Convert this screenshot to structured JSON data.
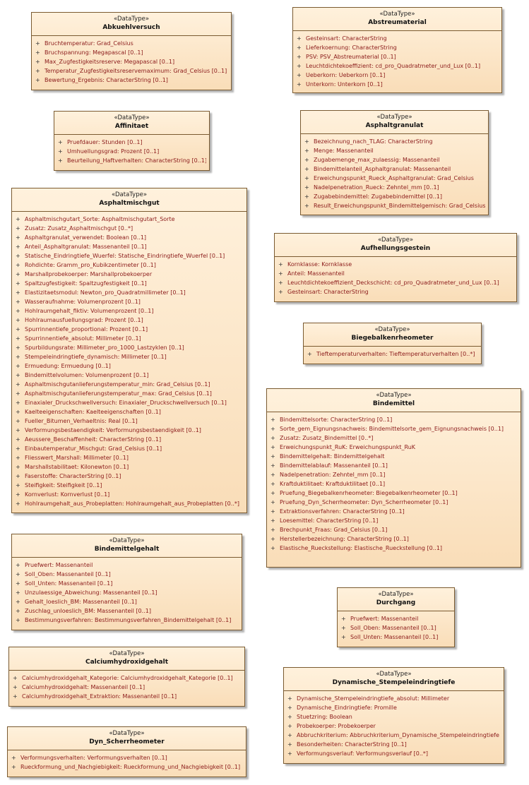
{
  "classes": [
    {
      "stereotype": "«DataType»",
      "name": "Abkuehlversuch",
      "attributes": [
        "Bruchtemperatur: Grad_Celsius",
        "Bruchspannung: Megapascal [0..1]",
        "Max_Zugfestigkeitsreserve: Megapascal [0..1]",
        "Temperatur_Zugfestigkeitsreservemaximum: Grad_Celsius [0..1]",
        "Bewertung_Ergebnis: CharacterString [0..1]"
      ]
    },
    {
      "stereotype": "«DataType»",
      "name": "Abstreumaterial",
      "attributes": [
        "Gesteinsart: CharacterString",
        "Lieferkoernung: CharacterString",
        "PSV: PSV_Abstreumaterial [0..1]",
        "Leuchtdichtekoeffizient: cd_pro_Quadratmeter_und_Lux [0..1]",
        "Ueberkorn: Ueberkorn [0..1]",
        "Unterkorn: Unterkorn [0..1]"
      ]
    },
    {
      "stereotype": "«DataType»",
      "name": "Affinitaet",
      "attributes": [
        "Pruefdauer: Stunden [0..1]",
        "Umhuellungsgrad: Prozent [0..1]",
        "Beurteilung_Haftverhalten: CharacterString [0..1]"
      ]
    },
    {
      "stereotype": "«DataType»",
      "name": "Asphaltgranulat",
      "attributes": [
        "Bezeichnung_nach_TLAG: CharacterString",
        "Menge: Massenanteil",
        "Zugabemenge_max_zulaessig: Massenanteil",
        "Bindemittelanteil_Asphaltgranulat: Massenanteil",
        "Erweichungspunkt_Rueck_Asphaltgranulat: Grad_Celsius",
        "Nadelpenetration_Rueck: Zehntel_mm [0..1]",
        "Zugabebindemittel: Zugabebindemittel [0..1]",
        "Result_Erweichungspunkt_Bindemittelgemisch: Grad_Celsius"
      ]
    },
    {
      "stereotype": "«DataType»",
      "name": "Asphaltmischgut",
      "attributes": [
        "Asphaltmischgutart_Sorte: Asphaltmischgutart_Sorte",
        "Zusatz: Zusatz_Asphaltmischgut [0..*]",
        "Asphaltgranulat_verwendet: Boolean [0..1]",
        "Anteil_Asphaltgranulat: Massenanteil [0..1]",
        "Statische_Eindringtiefe_Wuerfel: Statische_Eindringtiefe_Wuerfel [0..1]",
        "Rohdichte: Gramm_pro_Kubikzentimeter [0..1]",
        "Marshallprobekoerper: Marshallprobekoerper",
        "Spaltzugfestigkeit: Spaltzugfestigkeit [0..1]",
        "Elastizitaetsmodul: Newton_pro_Quadratmillimeter [0..1]",
        "Wasseraufnahme: Volumenprozent [0..1]",
        "Hohlraumgehalt_fiktiv: Volumenprozent [0..1]",
        "Hohlraumausfuellungsgrad: Prozent [0..1]",
        "Spurrinnentiefe_proportional: Prozent [0..1]",
        "Spurrinnentiefe_absolut: Millimeter [0..1]",
        "Spurbildungsrate: Millimeter_pro_1000_Lastzyklen [0..1]",
        "Stempeleindringtiefe_dynamisch: Millimeter [0..1]",
        "Ermuedung: Ermuedung [0..1]",
        "Bindemittelvolumen: Volumenprozent [0..1]",
        "Asphaltmischgutanlieferungstemperatur_min: Grad_Celsius [0..1]",
        "Asphaltmischgutanlieferungstemperatur_max: Grad_Celsius [0..1]",
        "Einaxialer_Druckschwellversuch: Einaxialer_Druckschwellversuch [0..1]",
        "Kaelteeigenschaften: Kaelteeigenschaften [0..1]",
        "Fueller_Bitumen_Verhaeltnis: Real [0..1]",
        "Verformungsbestaendigkeit: Verformungsbestaendigkeit [0..1]",
        "Aeussere_Beschaffenheit: CharacterString [0..1]",
        "Einbautemperatur_Mischgut: Grad_Celsius [0..1]",
        "Fliesswert_Marshall: Millimeter [0..1]",
        "Marshallstabilitaet: Kilonewton [0..1]",
        "Faserstoffe: CharacterString [0..1]",
        "Steifigkeit: Steifigkeit [0..1]",
        "Kornverlust: Kornverlust [0..1]",
        "Hohlraumgehalt_aus_Probeplatten: Hohlraumgehalt_aus_Probeplatten [0..*]"
      ]
    },
    {
      "stereotype": "«DataType»",
      "name": "Aufhellungsgestein",
      "attributes": [
        "Kornklasse: Kornklasse",
        "Anteil: Massenanteil",
        "Leuchtdichtekoeffizient_Deckschicht: cd_pro_Quadratmeter_und_Lux [0..1]",
        "Gesteinsart: CharacterString"
      ]
    },
    {
      "stereotype": "«DataType»",
      "name": "Biegebalkenrheometer",
      "attributes": [
        "Tieftemperaturverhalten: Tieftemperaturverhalten [0..*]"
      ]
    },
    {
      "stereotype": "«DataType»",
      "name": "Bindemittel",
      "attributes": [
        "Bindemittelsorte: CharacterString [0..1]",
        "Sorte_gem_Eignungsnachweis: Bindemittelsorte_gem_Eignungsnachweis [0..1]",
        "Zusatz: Zusatz_Bindemittel [0..*]",
        "Erweichungspunkt_RuK: Erweichungspunkt_RuK",
        "Bindemittelgehalt: Bindemittelgehalt",
        "Bindemittelablauf: Massenanteil [0..1]",
        "Nadelpenetration: Zehntel_mm [0..1]",
        "Kraftduktilitaet: Kraftduktilitaet [0..1]",
        "Pruefung_Biegebalkenrheometer: Biegebalkenrheometer [0..1]",
        "Pruefung_Dyn_Scherrheometer: Dyn_Scherrheometer [0..1]",
        "Extraktionsverfahren: CharacterString [0..1]",
        "Loesemittel: CharacterString [0..1]",
        "Brechpunkt_Fraas: Grad_Celsius [0..1]",
        "Herstellerbezeichnung: CharacterString [0..1]",
        "Elastische_Rueckstellung: Elastische_Rueckstellung [0..1]"
      ]
    },
    {
      "stereotype": "«DataType»",
      "name": "Bindemittelgehalt",
      "attributes": [
        "Pruefwert: Massenanteil",
        "Soll_Oben: Massenanteil [0..1]",
        "Soll_Unten: Massenanteil [0..1]",
        "Unzulaessige_Abweichung: Massenanteil [0..1]",
        "Gehalt_loeslich_BM: Massenanteil [0..1]",
        "Zuschlag_unloeslich_BM: Massenanteil [0..1]",
        "Bestimmungsverfahren: Bestimmungsverfahren_Bindemittelgehalt [0..1]"
      ]
    },
    {
      "stereotype": "«DataType»",
      "name": "Durchgang",
      "attributes": [
        "Pruefwert: Massenanteil",
        "Soll_Oben: Massenanteil [0..1]",
        "Soll_Unten: Massenanteil [0..1]"
      ]
    },
    {
      "stereotype": "«DataType»",
      "name": "Calciumhydroxidgehalt",
      "attributes": [
        "Calciumhydroxidgehalt_Kategorie: Calciumhydroxidgehalt_Kategorie [0..1]",
        "Calciumhydroxidgehalt: Massenanteil [0..1]",
        "Calciumhydroxidgehalt_Extraktion: Massenanteil [0..1]"
      ]
    },
    {
      "stereotype": "«DataType»",
      "name": "Dynamische_Stempeleindringtiefe",
      "attributes": [
        "Dynamische_Stempeleindringtiefe_absolut: Millimeter",
        "Dynamische_Eindringtiefe: Promille",
        "Stuetzring: Boolean",
        "Probekoerper: Probekoerper",
        "Abbruchkriterium: Abbruchkriterium_Dynamische_Stempeleindringtiefe",
        "Besonderheiten: CharacterString [0..1]",
        "Verformungsverlauf: Verformungsverlauf [0..*]"
      ]
    },
    {
      "stereotype": "«DataType»",
      "name": "Dyn_Scherrheometer",
      "attributes": [
        "Verformungsverhalten: Verformungsverhalten [0..1]",
        "Rueckformung_und_Nachgiebigkeit: Rueckformung_und_Nachgiebigkeit [0..1]"
      ]
    }
  ]
}
